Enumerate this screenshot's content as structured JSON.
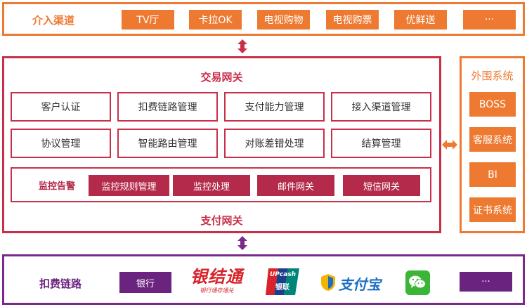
{
  "access_channels": {
    "title": "介入渠道",
    "items": [
      "TV厅",
      "卡拉OK",
      "电视购物",
      "电视购票",
      "优鲜送",
      "···"
    ]
  },
  "trade_gateway": {
    "title": "交易网关",
    "row1": [
      "客户认证",
      "扣费链路管理",
      "支付能力管理",
      "接入渠道管理"
    ],
    "row2": [
      "协议管理",
      "智能路由管理",
      "对账差错处理",
      "结算管理"
    ],
    "monitor": {
      "label": "监控告警",
      "items": [
        "监控规则管理",
        "监控处理",
        "邮件网关",
        "短信网关"
      ]
    },
    "footer": "支付网关"
  },
  "peripheral": {
    "title": "外围系统",
    "items": [
      "BOSS",
      "客服系统",
      "BI",
      "证书系统"
    ]
  },
  "billing": {
    "title": "扣费链路",
    "bank": "银行",
    "logos": {
      "yinjietong": "银结通",
      "yinjietong_slogan": "银行通存通兑",
      "unionpay_top": "UPcash",
      "unionpay_bottom": "银联",
      "alipay": "支付宝",
      "wechat": "wechat-icon"
    },
    "more": "···"
  },
  "colors": {
    "orange": "#ee7a32",
    "red": "#c8304a",
    "purple": "#6b2380"
  }
}
